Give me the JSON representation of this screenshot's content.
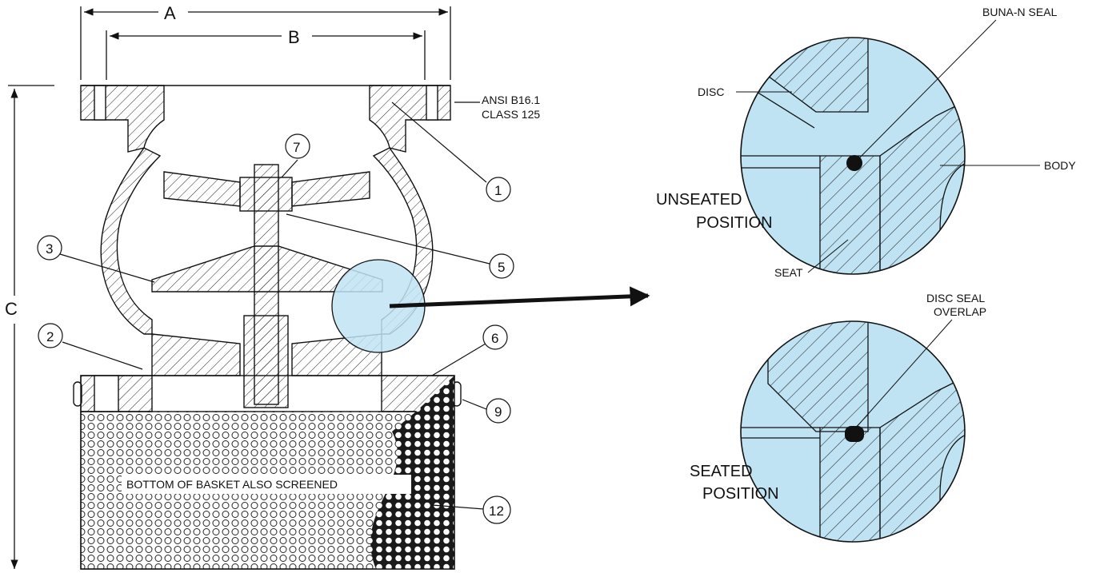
{
  "dimensions": {
    "a": "A",
    "b": "B",
    "c": "C"
  },
  "flange_spec": {
    "line1": "ANSI  B16.1",
    "line2": "CLASS 125"
  },
  "basket_note": "BOTTOM OF BASKET ALSO SCREENED",
  "callouts": [
    "7",
    "1",
    "3",
    "5",
    "2",
    "6",
    "9",
    "12"
  ],
  "detail_unseated": {
    "title_line1": "UNSEATED",
    "title_line2": "POSITION",
    "disc_label": "DISC",
    "seal_label": "BUNA-N SEAL",
    "body_label": "BODY",
    "seat_label": "SEAT"
  },
  "detail_seated": {
    "title_line1": "SEATED",
    "title_line2": "POSITION",
    "overlap_line1": "DISC SEAL",
    "overlap_line2": "OVERLAP"
  },
  "colors": {
    "detail_fill": "#bfe3f3",
    "line": "#111111",
    "basket": "#1a1a1a"
  }
}
